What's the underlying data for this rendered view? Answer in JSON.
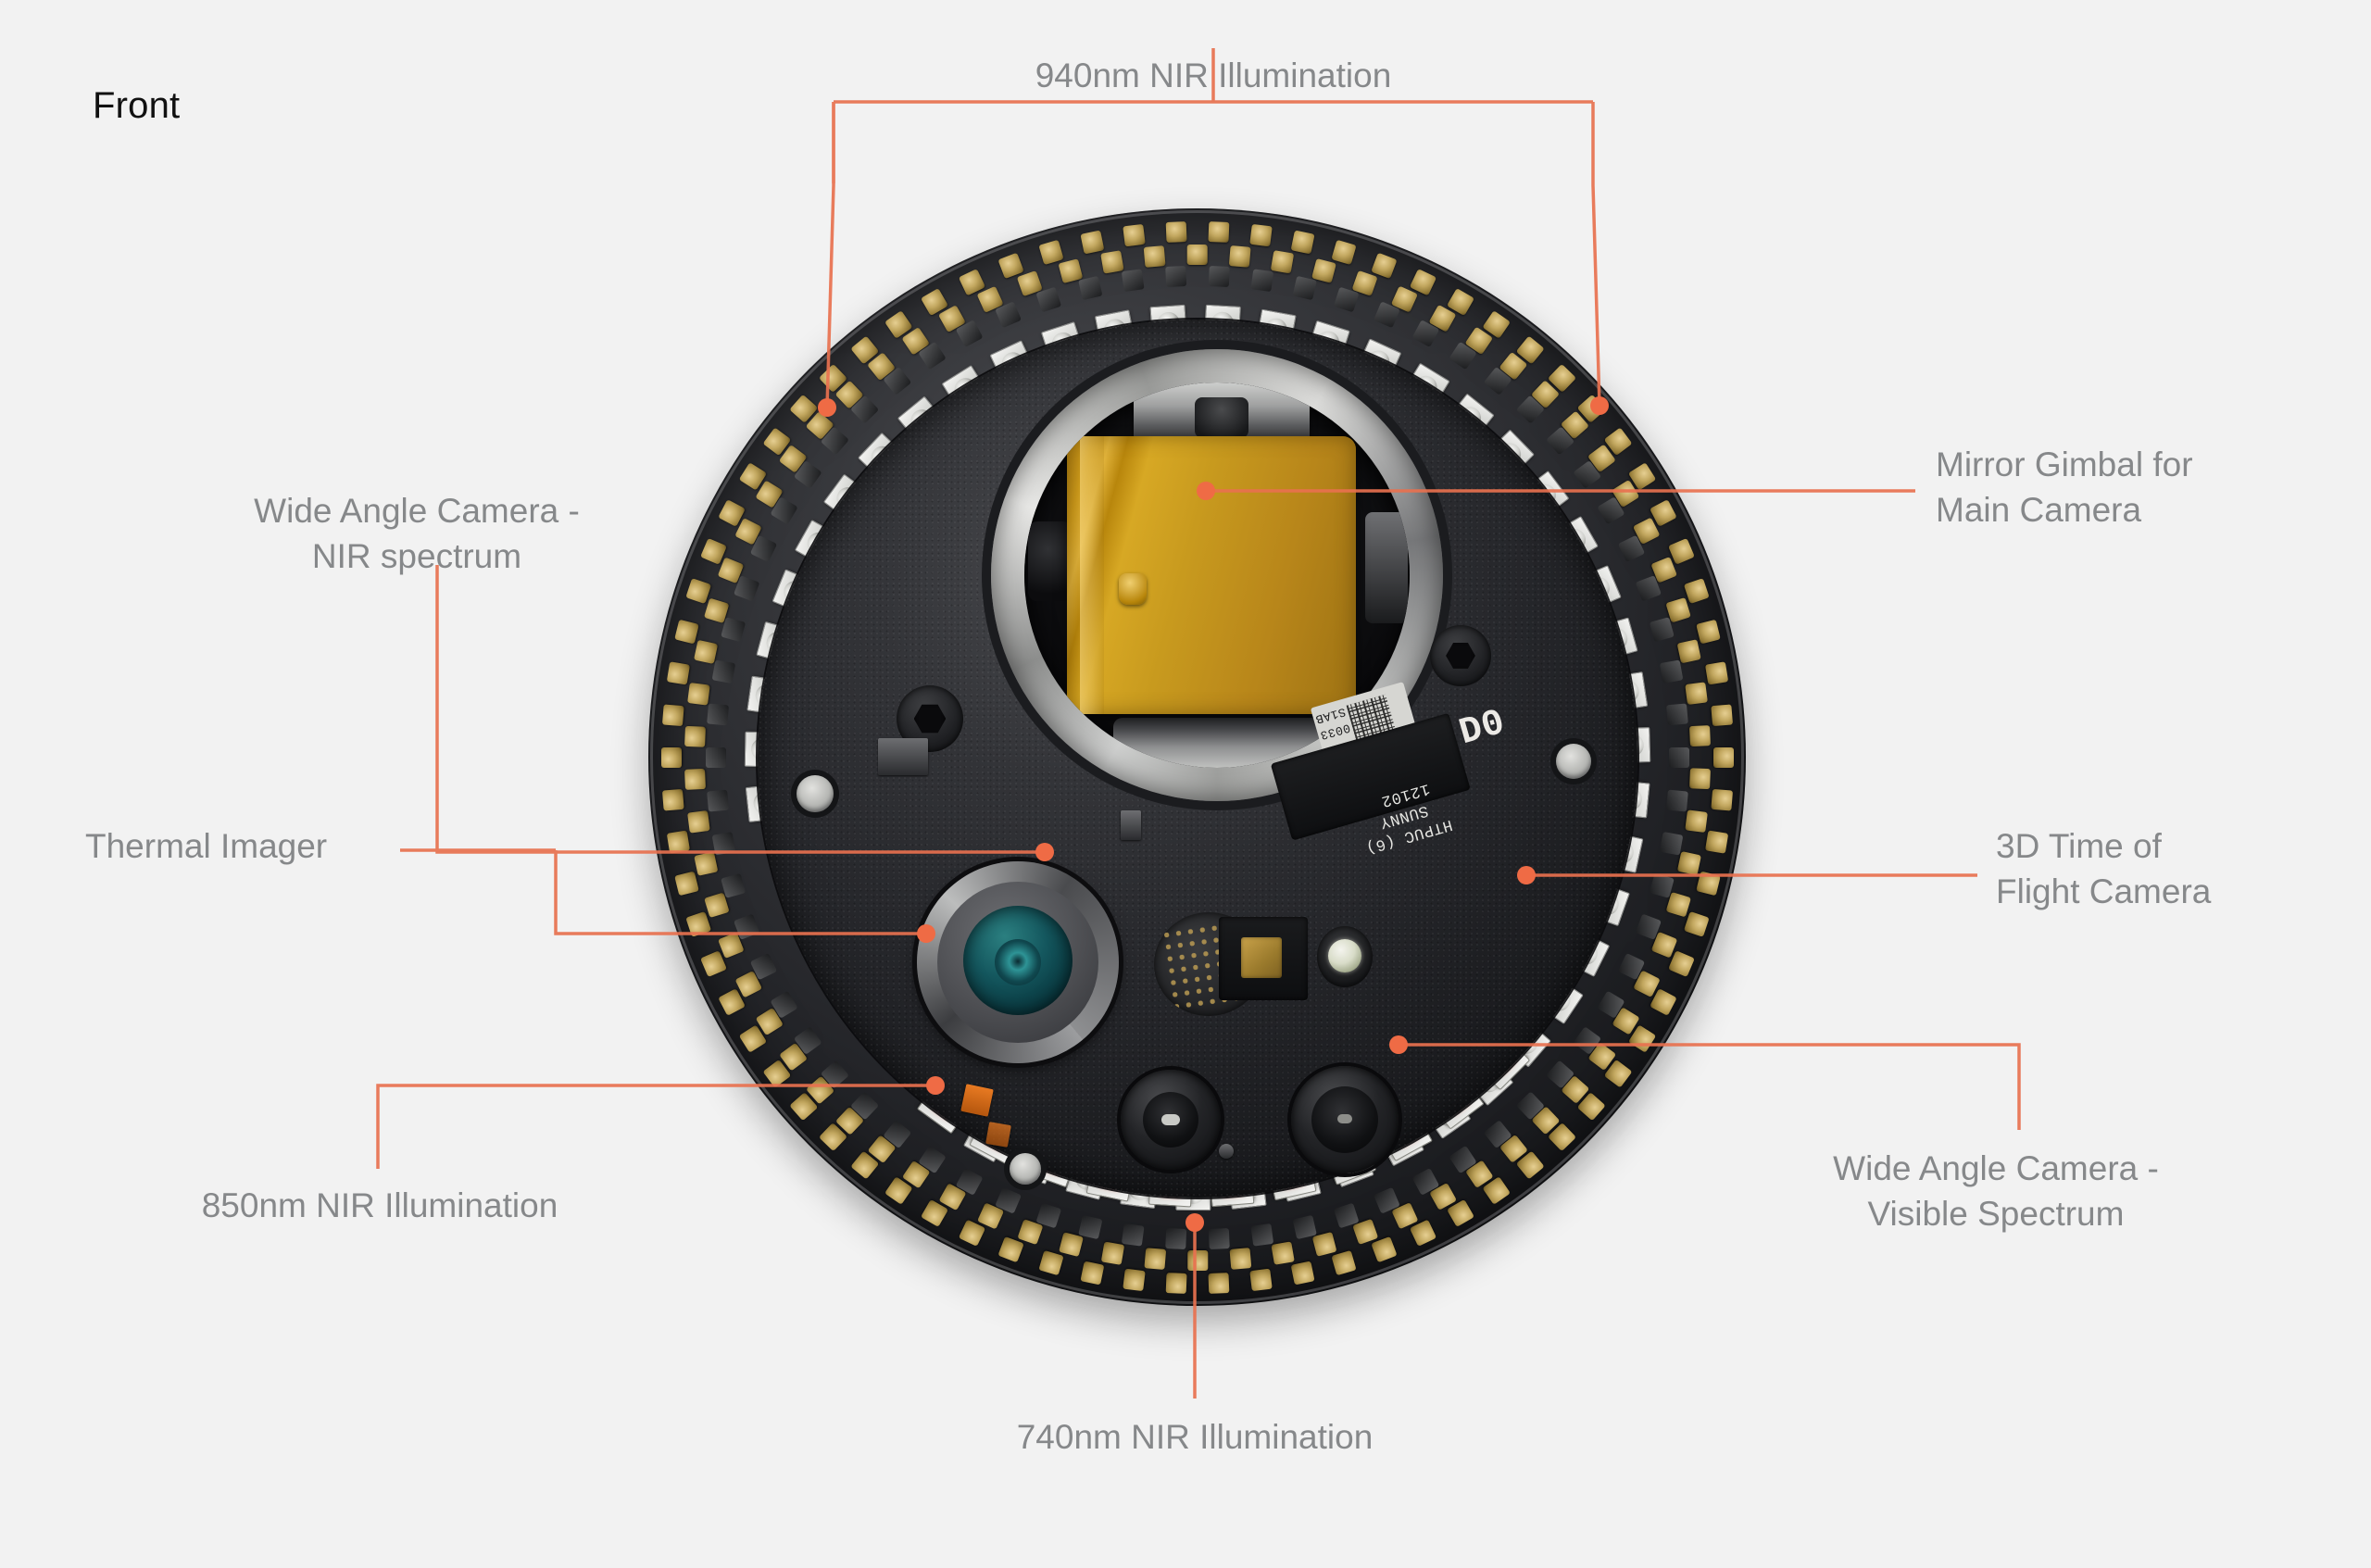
{
  "view": {
    "label": "Front"
  },
  "theme": {
    "background": "#f2f2f2",
    "leader_color": "#e8714f",
    "label_color": "#86888a",
    "view_label_color": "#111111",
    "mirror_gold": "#c89a1e",
    "thermal_lens_teal": "#14575e",
    "led_red": "#e03420"
  },
  "callouts": [
    {
      "id": "nir-940",
      "name": "940nm NIR Illumination",
      "label": "940nm NIR Illumination",
      "position": "top-center",
      "anchors": 2
    },
    {
      "id": "mirror-gimbal",
      "name": "Mirror Gimbal for Main Camera",
      "label": "Mirror Gimbal for\nMain Camera",
      "position": "right-upper",
      "anchors": 1
    },
    {
      "id": "wide-nir",
      "name": "Wide Angle Camera - NIR spectrum",
      "label": "Wide Angle Camera -\nNIR spectrum",
      "position": "left-upper",
      "anchors": 1
    },
    {
      "id": "thermal",
      "name": "Thermal Imager",
      "label": "Thermal Imager",
      "position": "left-middle",
      "anchors": 1
    },
    {
      "id": "tof-3d",
      "name": "3D Time of Flight Camera",
      "label": "3D Time of\nFlight Camera",
      "position": "right-middle",
      "anchors": 1
    },
    {
      "id": "nir-850",
      "name": "850nm NIR Illumination",
      "label": "850nm NIR Illumination",
      "position": "left-lower",
      "anchors": 1
    },
    {
      "id": "wide-visible",
      "name": "Wide Angle Camera - Visible Spectrum",
      "label": "Wide Angle Camera -\nVisible Spectrum",
      "position": "right-lower",
      "anchors": 1
    },
    {
      "id": "nir-740",
      "name": "740nm NIR Illumination",
      "label": "740nm NIR Illumination",
      "position": "bottom-center",
      "anchors": 1
    }
  ],
  "device": {
    "name": "multi-spectral-sensor-module",
    "silkscreen": {
      "slab": "S1AB",
      "serial": "0033",
      "date_code": "12102",
      "vendor": "SUNNY",
      "part": "HTPUC (6)",
      "marking": "D0"
    }
  }
}
